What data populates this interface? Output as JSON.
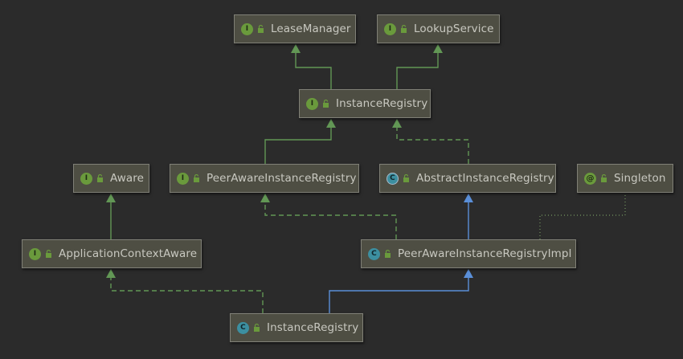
{
  "colors": {
    "background": "#2b2b2b",
    "node_fill": "#4e4e43",
    "node_border": "#808077",
    "interface_extends": "#629755",
    "class_extends": "#5a8fd8",
    "implements": "#629755",
    "dependency": "#6a8759",
    "text": "#c8c8c0"
  },
  "nodes": {
    "lease_manager": {
      "label": "LeaseManager",
      "kind": "interface",
      "badge": "I"
    },
    "lookup_service": {
      "label": "LookupService",
      "kind": "interface",
      "badge": "I"
    },
    "instance_registry_i": {
      "label": "InstanceRegistry",
      "kind": "interface",
      "badge": "I"
    },
    "aware": {
      "label": "Aware",
      "kind": "interface",
      "badge": "I"
    },
    "peer_aware_registry": {
      "label": "PeerAwareInstanceRegistry",
      "kind": "interface",
      "badge": "I"
    },
    "abstract_registry": {
      "label": "AbstractInstanceRegistry",
      "kind": "abstract",
      "badge": "C"
    },
    "singleton": {
      "label": "Singleton",
      "kind": "annotation",
      "badge": "@"
    },
    "app_context_aware": {
      "label": "ApplicationContextAware",
      "kind": "interface",
      "badge": "I"
    },
    "peer_aware_impl": {
      "label": "PeerAwareInstanceRegistryImpl",
      "kind": "class",
      "badge": "C"
    },
    "instance_registry_c": {
      "label": "InstanceRegistry",
      "kind": "class",
      "badge": "C"
    }
  },
  "edges": [
    {
      "from": "instance_registry_i",
      "to": "lease_manager",
      "type": "extends"
    },
    {
      "from": "instance_registry_i",
      "to": "lookup_service",
      "type": "extends"
    },
    {
      "from": "peer_aware_registry",
      "to": "instance_registry_i",
      "type": "extends"
    },
    {
      "from": "abstract_registry",
      "to": "instance_registry_i",
      "type": "implements"
    },
    {
      "from": "app_context_aware",
      "to": "aware",
      "type": "extends"
    },
    {
      "from": "peer_aware_impl",
      "to": "peer_aware_registry",
      "type": "implements"
    },
    {
      "from": "peer_aware_impl",
      "to": "abstract_registry",
      "type": "class_extends"
    },
    {
      "from": "peer_aware_impl",
      "to": "singleton",
      "type": "annotated"
    },
    {
      "from": "instance_registry_c",
      "to": "app_context_aware",
      "type": "implements"
    },
    {
      "from": "instance_registry_c",
      "to": "peer_aware_impl",
      "type": "class_extends"
    }
  ]
}
